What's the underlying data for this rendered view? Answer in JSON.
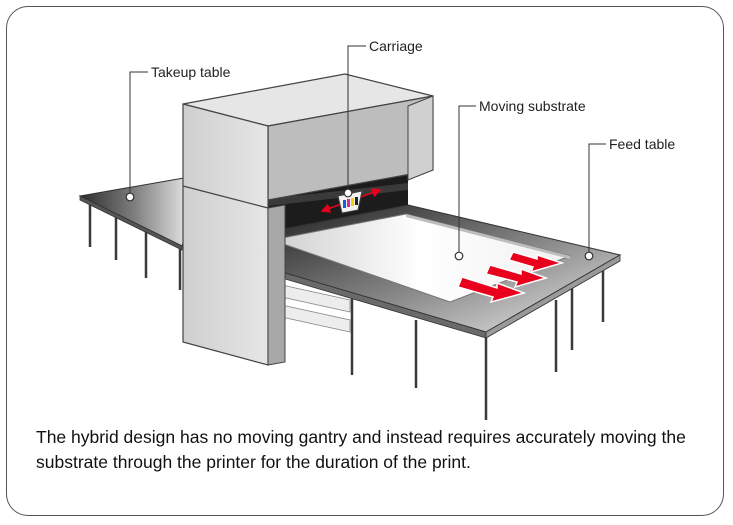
{
  "labels": {
    "carriage": "Carriage",
    "takeup_table": "Takeup table",
    "moving_substrate": "Moving substrate",
    "feed_table": "Feed table"
  },
  "caption": "The hybrid design has no moving gantry and instead requires accurately moving the substrate through the printer for the duration of the print.",
  "colors": {
    "arrow": "#e8001c",
    "gantry": "#d9d9d9",
    "table_top": "#4a4a4a",
    "substrate": "#f4f4f4"
  }
}
